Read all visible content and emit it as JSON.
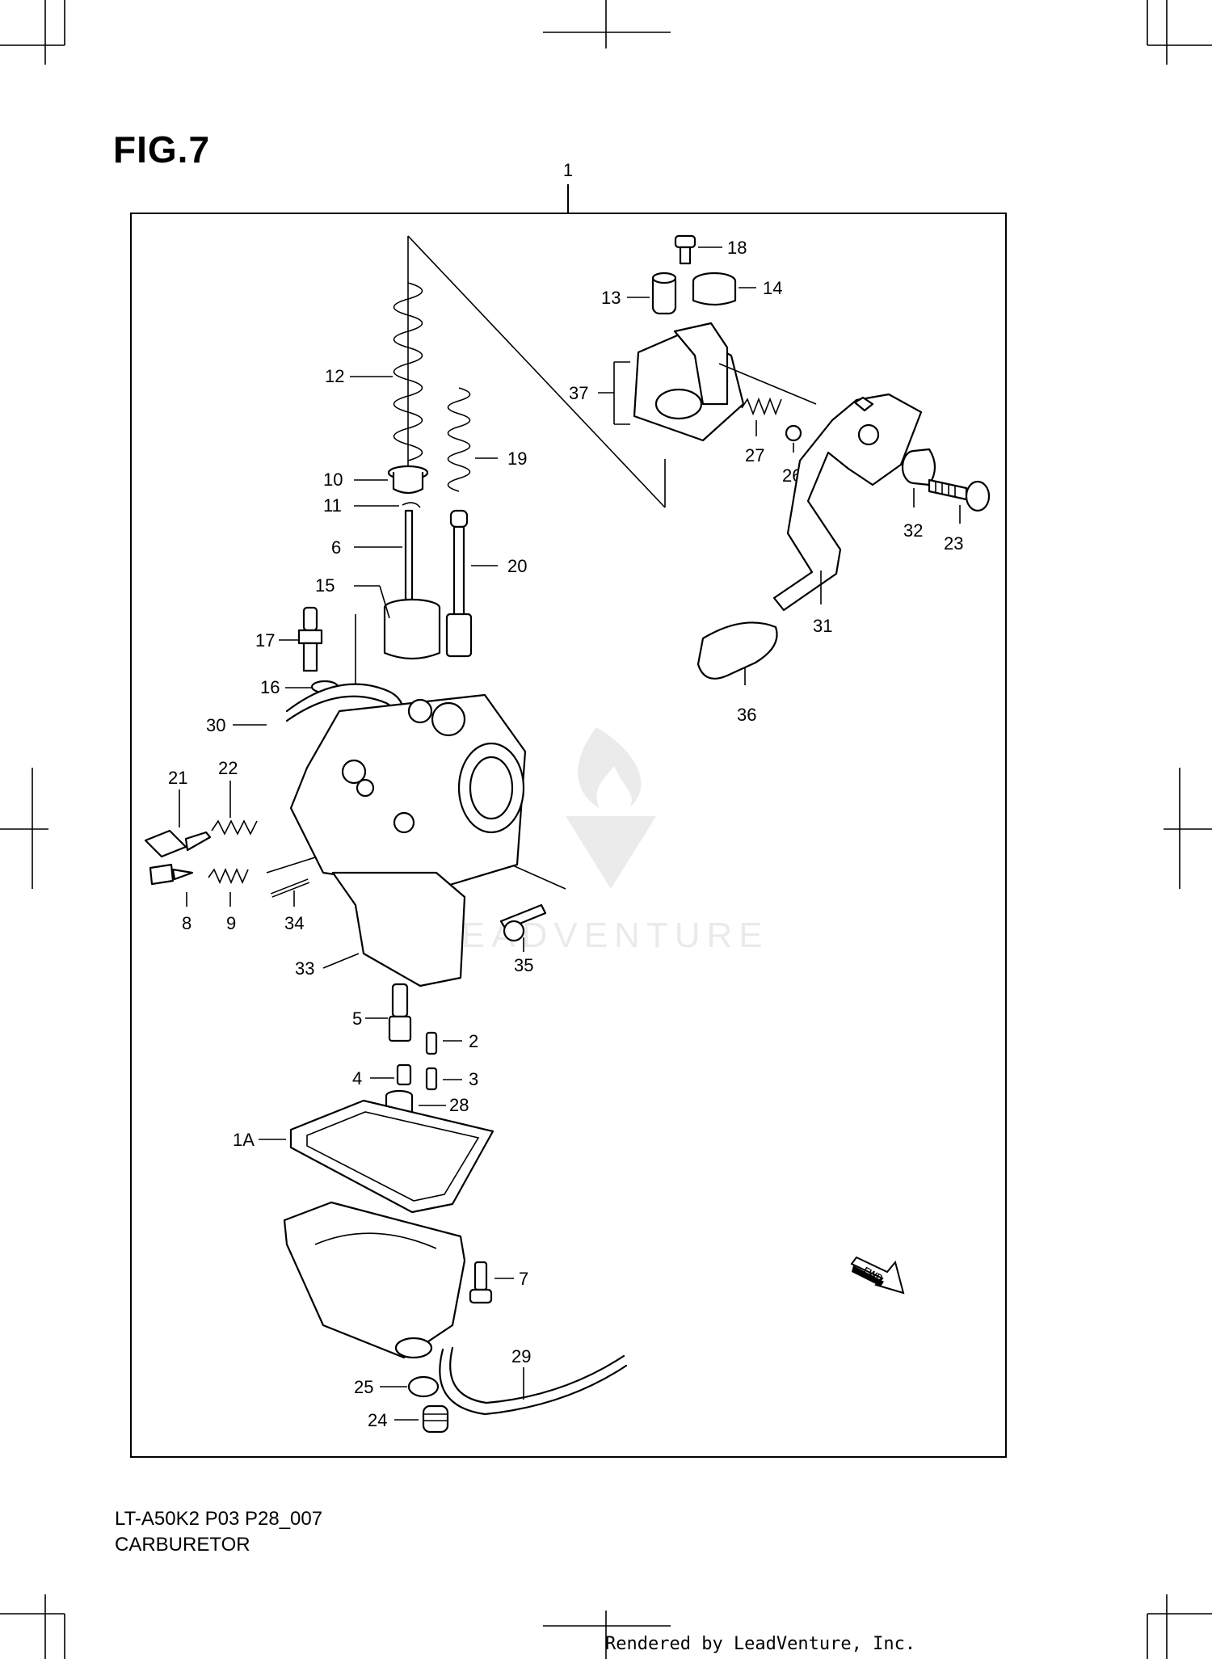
{
  "figure": {
    "title": "FIG.7",
    "model_code": "LT-A50K2 P03 P28_007",
    "section_name": "CARBURETOR",
    "render_credit": "Rendered by LeadVenture, Inc.",
    "watermark_text": "LEADVENTURE",
    "direction_badge": "FWD"
  },
  "callouts": {
    "p1": "1",
    "p1A": "1A",
    "p2": "2",
    "p3": "3",
    "p4": "4",
    "p5": "5",
    "p6": "6",
    "p7": "7",
    "p8": "8",
    "p9": "9",
    "p10": "10",
    "p11": "11",
    "p12": "12",
    "p13": "13",
    "p14": "14",
    "p15": "15",
    "p16": "16",
    "p17": "17",
    "p18": "18",
    "p19": "19",
    "p20": "20",
    "p21": "21",
    "p22": "22",
    "p23": "23",
    "p24": "24",
    "p25": "25",
    "p26": "26",
    "p27": "27",
    "p28": "28",
    "p29": "29",
    "p30": "30",
    "p31": "31",
    "p32": "32",
    "p33": "33",
    "p34": "34",
    "p35": "35",
    "p36": "36",
    "p37": "37"
  },
  "colors": {
    "ink": "#000000",
    "paper": "#ffffff",
    "watermark": "#e6e6e6"
  }
}
